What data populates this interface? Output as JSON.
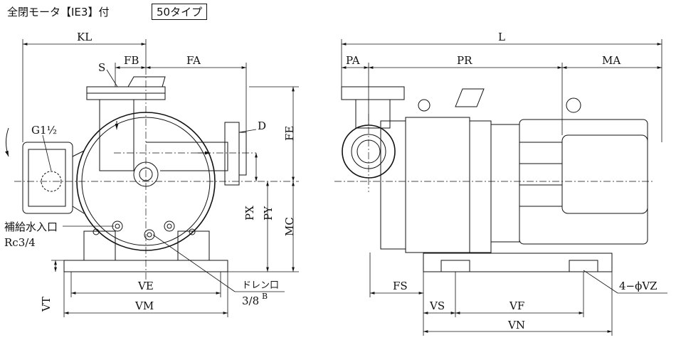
{
  "header": {
    "motor_label": "全閉モータ【IE3】付",
    "type_badge": "50タイプ"
  },
  "front_view": {
    "labels": {
      "KL": "KL",
      "FB": "FB",
      "FA": "FA",
      "S": "S",
      "D": "D",
      "FE": "FE",
      "G": "G1½",
      "PX": "PX",
      "PY": "PY",
      "MC": "MC",
      "supply_inlet": "補給水入口",
      "supply_thread": "Rc3/4",
      "VE": "VE",
      "VM": "VM",
      "VT": "VT",
      "drain": "ドレン口",
      "drain_thread": "3/8",
      "drain_sup": "B"
    }
  },
  "side_view": {
    "labels": {
      "L": "L",
      "PA": "PA",
      "PR": "PR",
      "MA": "MA",
      "FS": "FS",
      "VS": "VS",
      "VF": "VF",
      "VN": "VN",
      "holes": "4−ϕVZ"
    }
  }
}
